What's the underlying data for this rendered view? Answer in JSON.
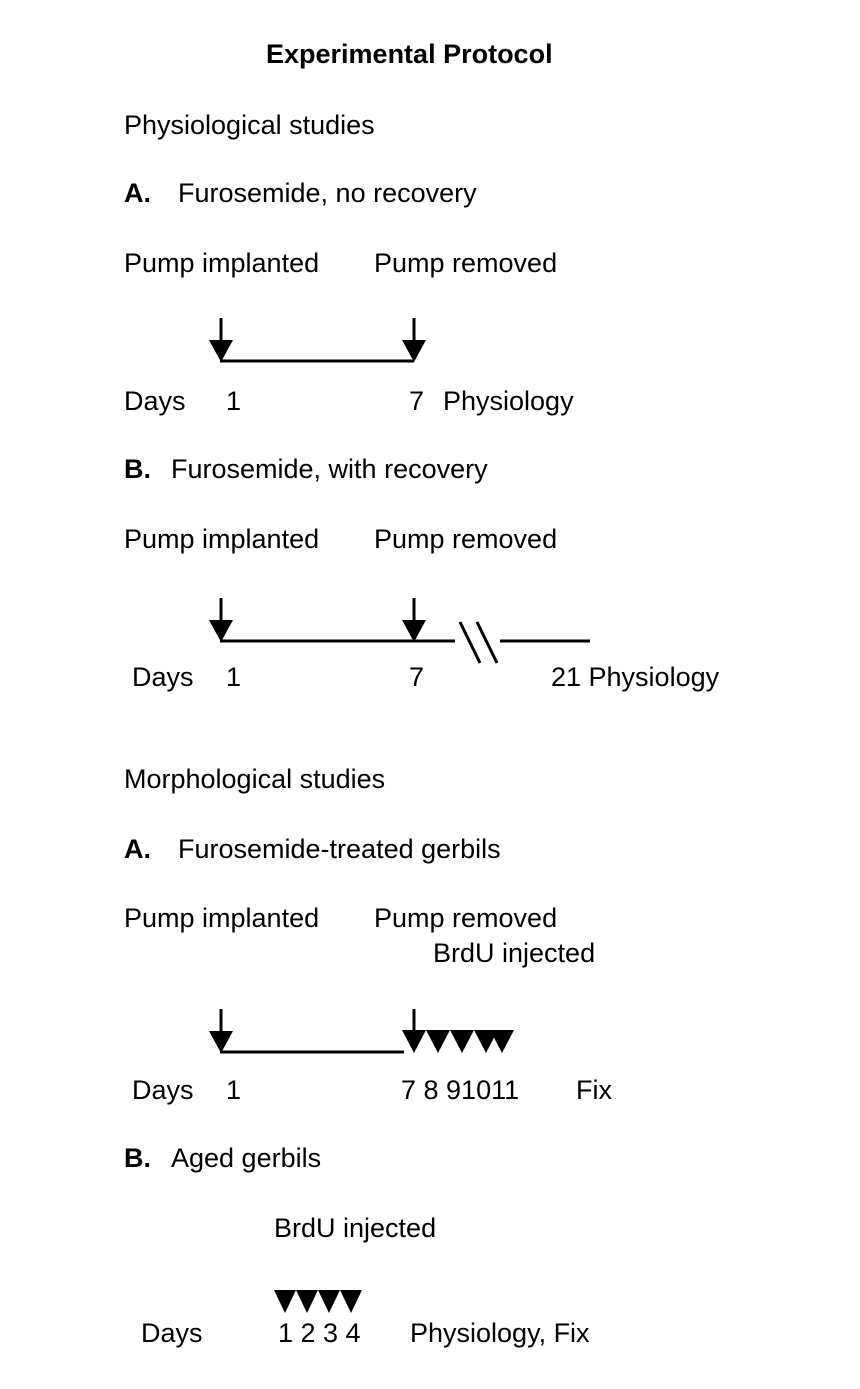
{
  "title": "Experimental Protocol",
  "physiological": {
    "heading": "Physiological studies",
    "a": {
      "letter": "A.",
      "label": "Furosemide, no recovery",
      "event1": "Pump implanted",
      "event2": "Pump removed",
      "days_label": "Days",
      "d1": "1",
      "d2": "7",
      "end_label": "Physiology"
    },
    "b": {
      "letter": "B.",
      "label": "Furosemide, with recovery",
      "event1": "Pump implanted",
      "event2": "Pump removed",
      "days_label": "Days",
      "d1": "1",
      "d2": "7",
      "end_label": "21 Physiology"
    }
  },
  "morphological": {
    "heading": "Morphological studies",
    "a": {
      "letter": "A.",
      "label": "Furosemide-treated gerbils",
      "event1": "Pump implanted",
      "event2": "Pump removed",
      "event3": "BrdU injected",
      "days_label": "Days",
      "d1": "1",
      "d_series": "7 8 91011",
      "end_label": "Fix"
    },
    "b": {
      "letter": "B.",
      "label": "Aged gerbils",
      "event1": "BrdU injected",
      "days_label": "Days",
      "d_series": "1 2 3 4",
      "end_label": "Physiology, Fix"
    }
  }
}
